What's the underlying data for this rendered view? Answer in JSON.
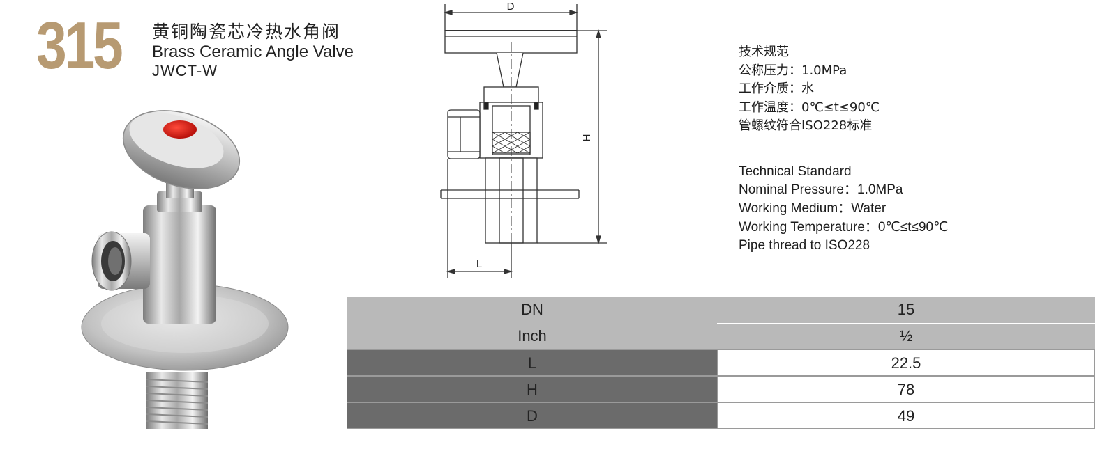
{
  "header": {
    "model_number": "315",
    "title_cn": "黄铜陶瓷芯冷热水角阀",
    "title_en": "Brass Ceramic Angle Valve",
    "model_code": "JWCT-W"
  },
  "drawing": {
    "dim_d": "D",
    "dim_h": "H",
    "dim_l": "L"
  },
  "spec_cn": {
    "heading": "技术规范",
    "lines": [
      "公称压力：1.0MPa",
      "工作介质：水",
      "工作温度：0℃≤t≤90℃",
      "管螺纹符合ISO228标准"
    ]
  },
  "spec_en": {
    "heading": "Technical Standard",
    "lines": [
      "Nominal Pressure：1.0MPa",
      "Working Medium：Water",
      "Working Temperature：0℃≤t≤90℃",
      "Pipe thread to ISO228"
    ]
  },
  "table": {
    "rows": [
      {
        "label": "DN",
        "value": "15"
      },
      {
        "label": "Inch",
        "value": "½"
      },
      {
        "label": "L",
        "value": "22.5"
      },
      {
        "label": "H",
        "value": "78"
      },
      {
        "label": "D",
        "value": "49"
      }
    ]
  },
  "colors": {
    "accent_number": "#b79a72",
    "handle_cap": "#e02020",
    "table_light_gray": "#b9b9b9",
    "table_dark_gray": "#6b6b6b"
  },
  "icons": {
    "product_photo": "angle-valve-illustration",
    "drawing": "valve-section-drawing"
  }
}
